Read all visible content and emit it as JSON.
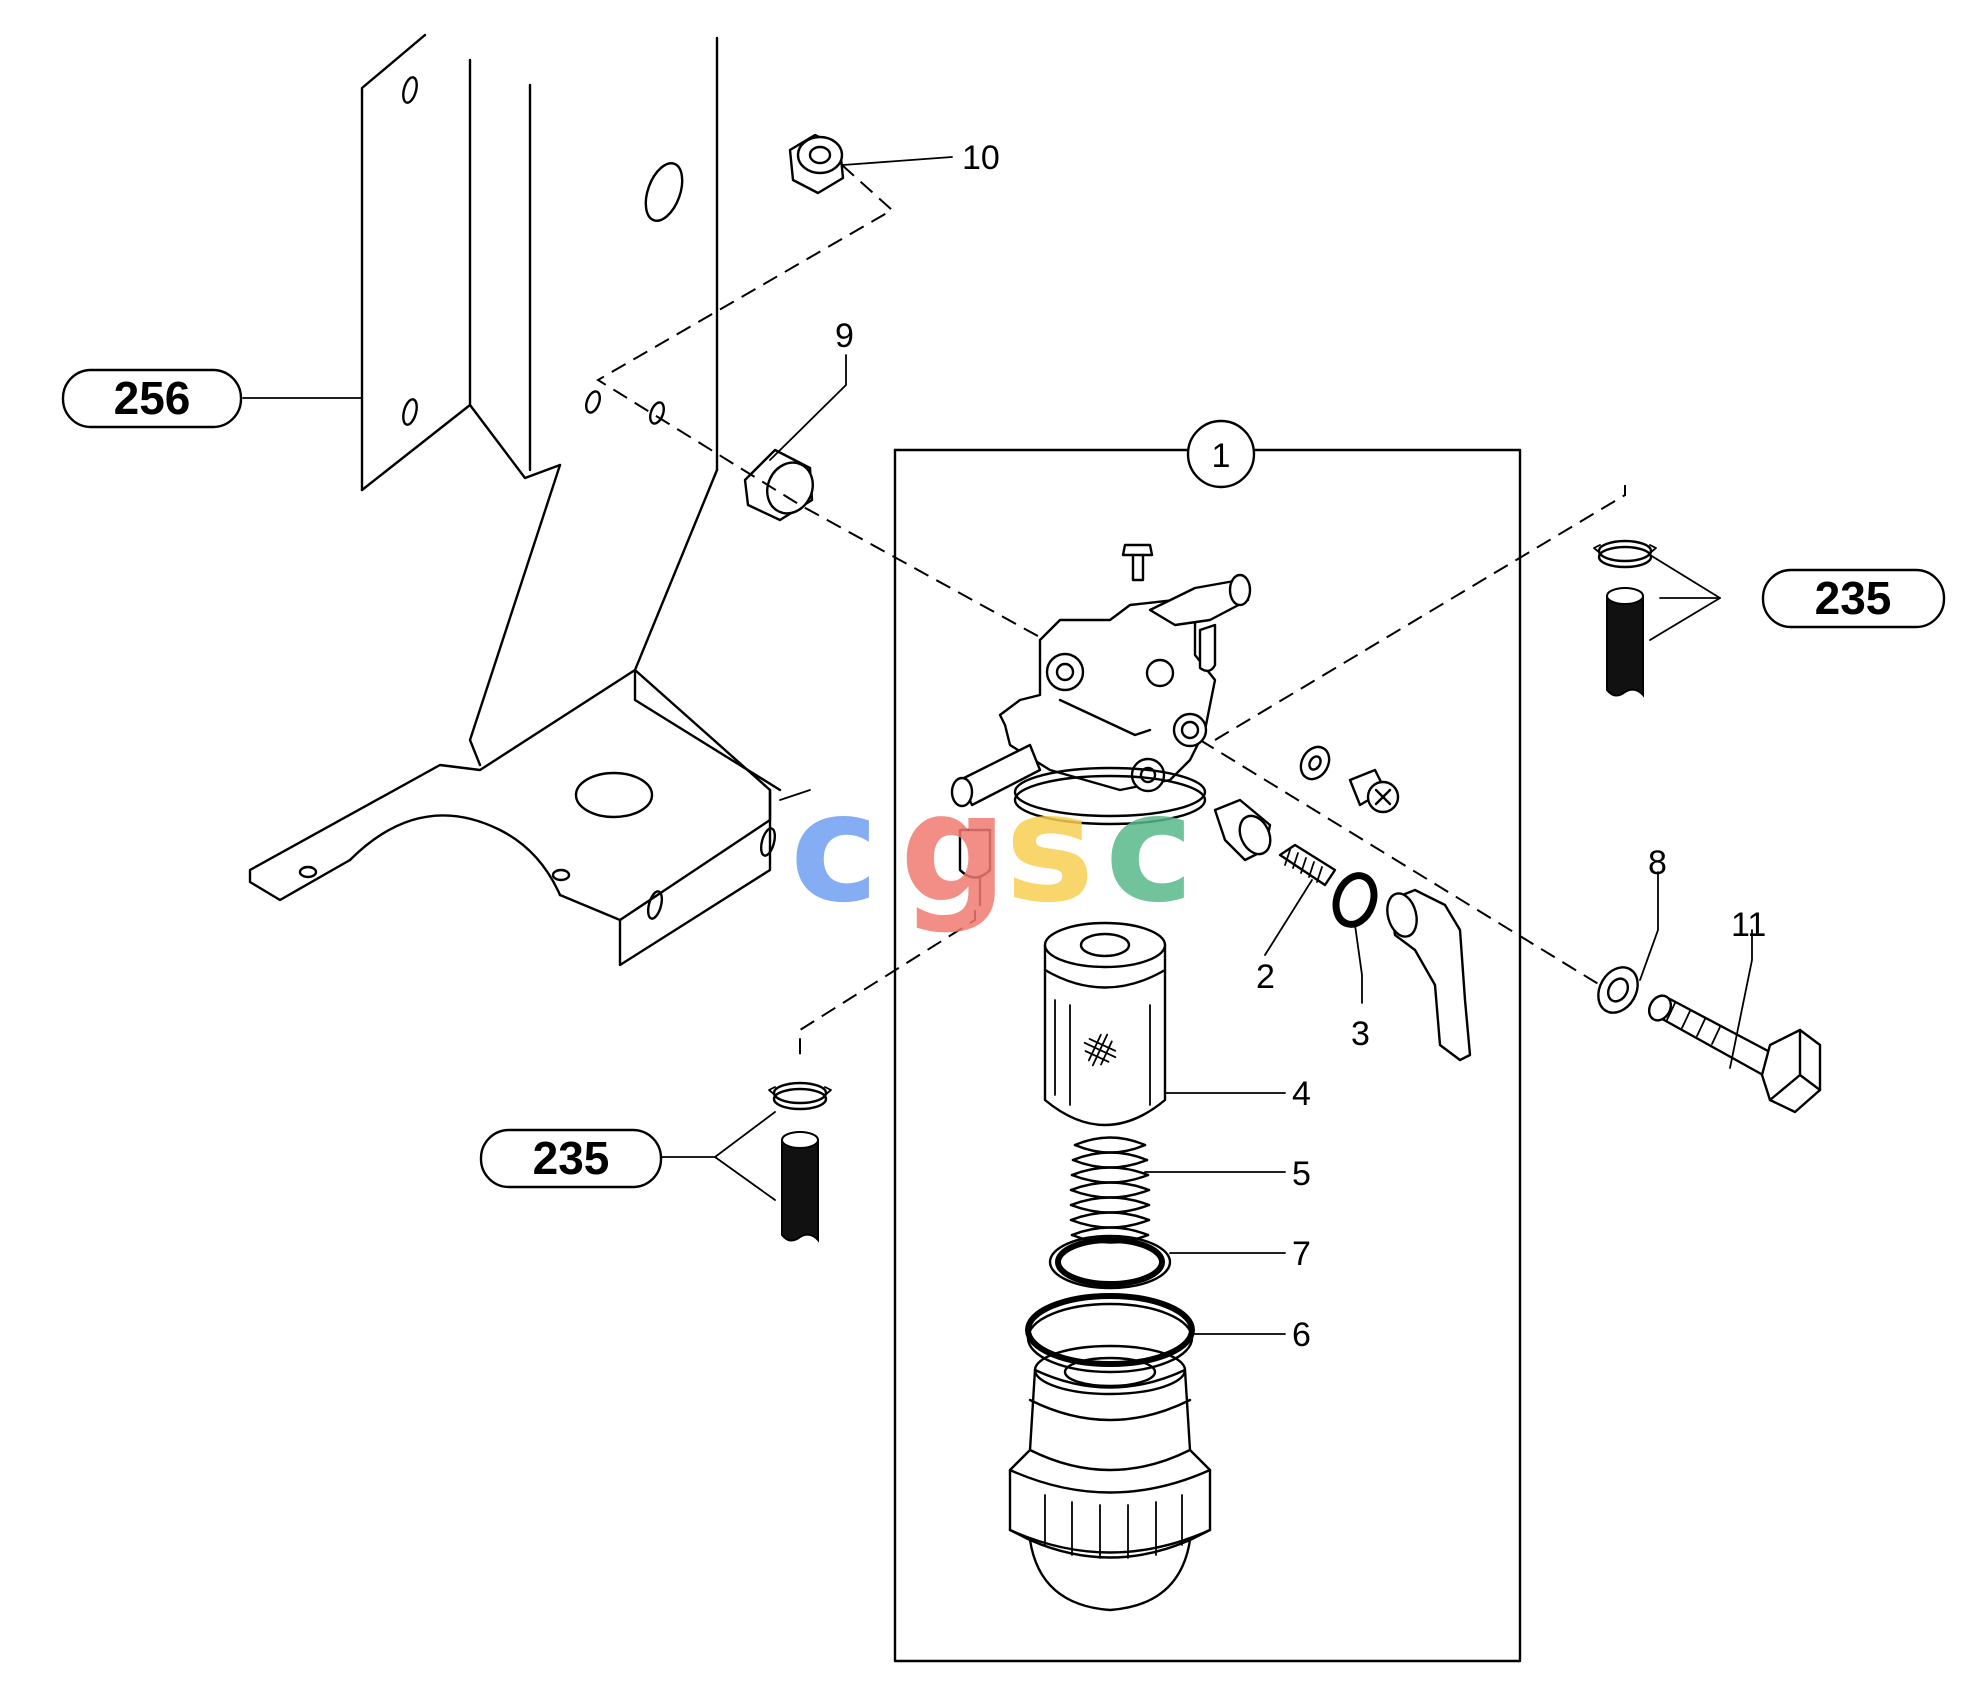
{
  "callouts": {
    "bracket_part": "256",
    "hose_clamp_upper": "235",
    "hose_clamp_lower": "235",
    "assembly": "1"
  },
  "part_numbers": {
    "p2": "2",
    "p3": "3",
    "p4": "4",
    "p5": "5",
    "p6": "6",
    "p7": "7",
    "p8": "8",
    "p9": "9",
    "p10": "10",
    "p11": "11"
  },
  "watermark": {
    "letters": [
      "c",
      "g",
      "s",
      "c"
    ],
    "colors": [
      "#6f9ff2",
      "#f07b72",
      "#f7cf52",
      "#58b98a"
    ]
  }
}
